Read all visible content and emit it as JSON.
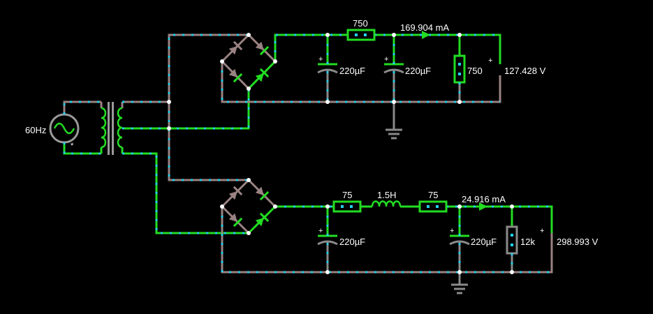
{
  "source": {
    "label": "60Hz",
    "polarity": "*"
  },
  "upper": {
    "cap1": "220µF",
    "cap2": "220µF",
    "resistor": "750",
    "load": "750",
    "current": "169.904 mA",
    "voltage": "127.428 V",
    "plus1": "+",
    "plus2": "+",
    "plus_out": "+"
  },
  "lower": {
    "cap1": "220µF",
    "cap2": "220µF",
    "r1": "75",
    "inductor": "1.5H",
    "r2": "75",
    "load": "12k",
    "current": "24.916 mA",
    "voltage": "298.993 V",
    "plus1": "+",
    "plus2": "+",
    "plus_out": "+"
  },
  "colors": {
    "background": "#000000",
    "live_wire": "#22dd22",
    "dead_wire": "#8a8a8a",
    "current_dot": "#22d3ee",
    "text": "#ffffff"
  }
}
